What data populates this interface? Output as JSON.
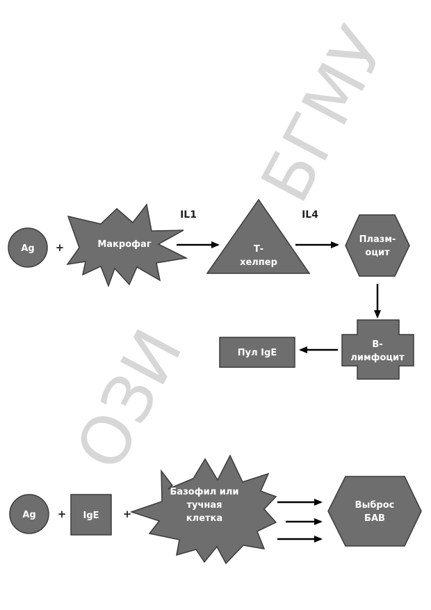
{
  "watermark": {
    "upper": "БГМУ",
    "lower": "ОЗИ"
  },
  "diagram1": {
    "ag": "Ag",
    "plus1": "+",
    "macrophage": "Макрофаг",
    "il1": "IL1",
    "thelper": [
      "Т-",
      "хелпер"
    ],
    "il4": "IL4",
    "plasmocyte": [
      "Плазм-",
      "оцит"
    ],
    "blymphocyte": [
      "В-",
      "лимфоцит"
    ],
    "pool": "Пул IgE"
  },
  "diagram2": {
    "ag": "Ag",
    "plus1": "+",
    "ige": "IgE",
    "plus2": "+",
    "basophil": [
      "Базофил или",
      "тучная",
      "клетка"
    ],
    "release": [
      "Выброс",
      "БАВ"
    ]
  },
  "colors": {
    "node_fill": "#6e6e6e",
    "node_stroke": "#3a3a3a",
    "node_text": "#ffffff",
    "arrow": "#000000",
    "watermark": "#d7d7d7"
  }
}
